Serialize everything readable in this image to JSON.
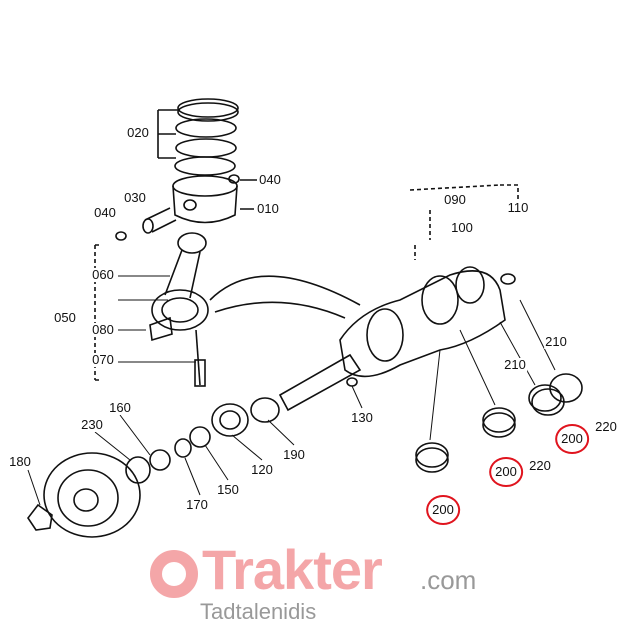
{
  "watermark": {
    "brand": "Trakter",
    "domain": ".com",
    "subtitle": "Tadtalenidis"
  },
  "labels": [
    {
      "id": "020",
      "text": "020"
    },
    {
      "id": "040a",
      "text": "040"
    },
    {
      "id": "030",
      "text": "030"
    },
    {
      "id": "010",
      "text": "010"
    },
    {
      "id": "040b",
      "text": "040"
    },
    {
      "id": "090",
      "text": "090"
    },
    {
      "id": "110",
      "text": "110"
    },
    {
      "id": "100",
      "text": "100"
    },
    {
      "id": "060",
      "text": "060"
    },
    {
      "id": "050",
      "text": "050"
    },
    {
      "id": "080",
      "text": "080"
    },
    {
      "id": "070",
      "text": "070"
    },
    {
      "id": "210a",
      "text": "210"
    },
    {
      "id": "210b",
      "text": "210"
    },
    {
      "id": "130",
      "text": "130"
    },
    {
      "id": "190",
      "text": "190"
    },
    {
      "id": "120",
      "text": "120"
    },
    {
      "id": "160",
      "text": "160"
    },
    {
      "id": "230",
      "text": "230"
    },
    {
      "id": "180",
      "text": "180"
    },
    {
      "id": "170",
      "text": "170"
    },
    {
      "id": "150",
      "text": "150"
    },
    {
      "id": "220a",
      "text": "220"
    },
    {
      "id": "220b",
      "text": "220"
    }
  ],
  "highlighted": [
    {
      "text": "200"
    },
    {
      "text": "200"
    },
    {
      "text": "200"
    }
  ],
  "colors": {
    "highlight": "#e0141e",
    "watermark": "#f4a6a8"
  }
}
